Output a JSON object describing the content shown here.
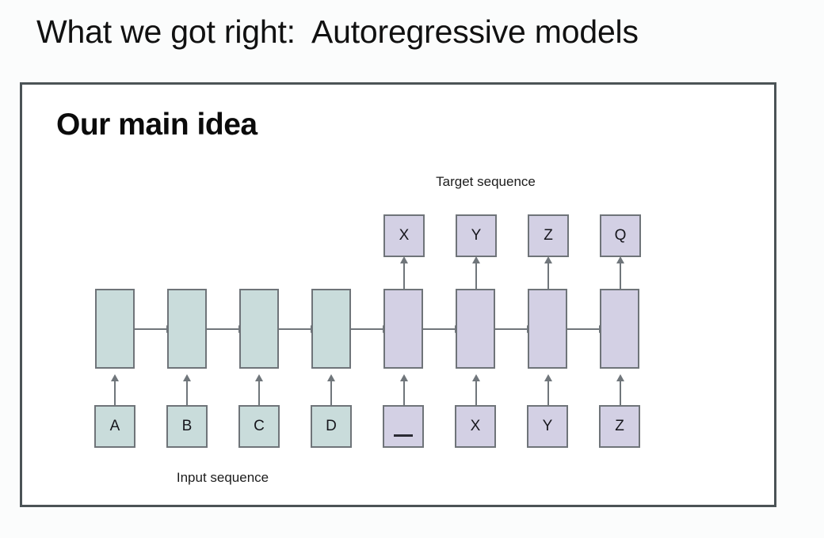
{
  "slide": {
    "title": "What we got right:  Autoregressive models",
    "heading": "Our main idea",
    "border_color": "#4b5356",
    "background": "#ffffff"
  },
  "diagram": {
    "type": "seq2seq-rnn-unrolled",
    "labels": {
      "target_sequence": "Target sequence",
      "input_sequence": "Input sequence"
    },
    "colors": {
      "encoder_fill": "#c9dcdb",
      "decoder_fill": "#d3d0e4",
      "box_stroke": "#6f7479",
      "connector": "#70767b"
    },
    "columns": [
      {
        "index": 0,
        "phase": "encoder",
        "input": "A",
        "cell": "",
        "output": ""
      },
      {
        "index": 1,
        "phase": "encoder",
        "input": "B",
        "cell": "",
        "output": ""
      },
      {
        "index": 2,
        "phase": "encoder",
        "input": "C",
        "cell": "",
        "output": ""
      },
      {
        "index": 3,
        "phase": "encoder",
        "input": "D",
        "cell": "",
        "output": ""
      },
      {
        "index": 4,
        "phase": "decoder",
        "input": "_",
        "cell": "",
        "output": "X"
      },
      {
        "index": 5,
        "phase": "decoder",
        "input": "X",
        "cell": "",
        "output": "Y"
      },
      {
        "index": 6,
        "phase": "decoder",
        "input": "Y",
        "cell": "",
        "output": "Z"
      },
      {
        "index": 7,
        "phase": "decoder",
        "input": "Z",
        "cell": "",
        "output": "Q"
      }
    ],
    "input_sequence": [
      "A",
      "B",
      "C",
      "D",
      "_",
      "X",
      "Y",
      "Z"
    ],
    "target_sequence": [
      "X",
      "Y",
      "Z",
      "Q"
    ]
  }
}
